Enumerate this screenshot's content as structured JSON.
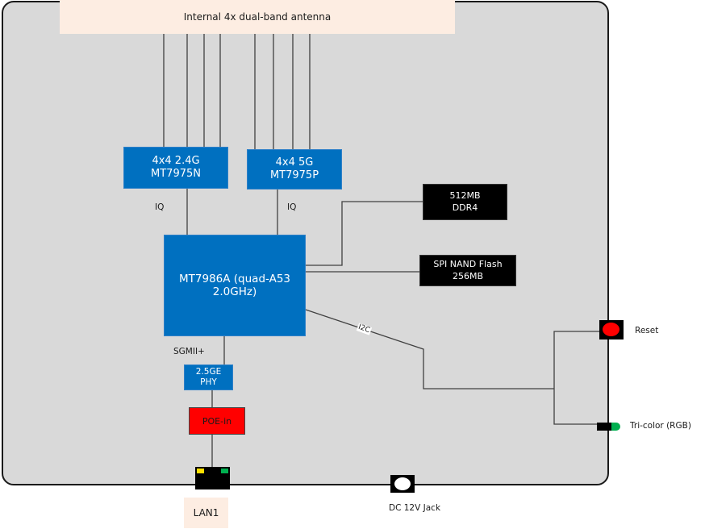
{
  "diagram": {
    "antenna": {
      "label": "Internal 4x dual-band antenna"
    },
    "radio_24g": {
      "line1": "4x4 2.4G",
      "line2": "MT7975N",
      "link_label": "IQ",
      "antenna_lines": 4
    },
    "radio_5g": {
      "line1": "4x4 5G",
      "line2": "MT7975P",
      "link_label": "IQ",
      "antenna_lines": 4
    },
    "soc": {
      "line1": "MT7986A (quad-A53",
      "line2": "2.0GHz)"
    },
    "ram": {
      "line1": "512MB",
      "line2": "DDR4"
    },
    "flash": {
      "line1": "SPI NAND Flash",
      "line2": "256MB"
    },
    "phy_link_label": "SGMII+",
    "phy": {
      "line1": "2.5GE",
      "line2": "PHY"
    },
    "poe": {
      "label": "POE-in"
    },
    "lan": {
      "label": "LAN1"
    },
    "dc_jack": {
      "label": "DC 12V Jack"
    },
    "reset": {
      "label": "Reset"
    },
    "led": {
      "label": "Tri-color (RGB)"
    },
    "i2c_label": "I2C",
    "colors": {
      "board": "#d9d9d9",
      "chip_blue": "#0070c0",
      "memory_black": "#000000",
      "poe_red": "#ff0000",
      "antenna_bg": "#fdede2",
      "led_green": "#00b050",
      "led_yellow": "#ffe000",
      "reset_red": "#ff0000"
    }
  }
}
